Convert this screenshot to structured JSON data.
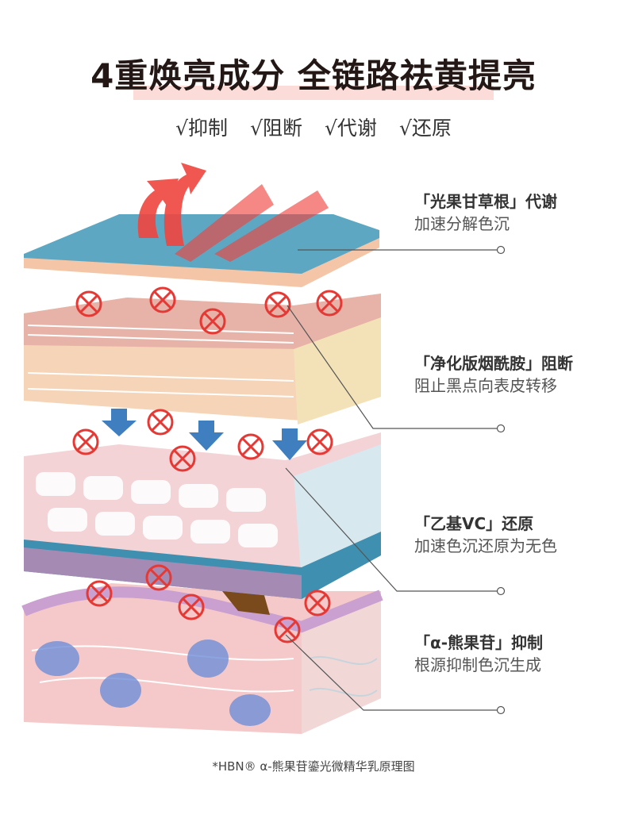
{
  "header": {
    "title": "4重焕亮成分  全链路祛黄提亮",
    "subtitle": [
      "√抑制",
      "√阻断",
      "√代谢",
      "√还原"
    ]
  },
  "labels": [
    {
      "title": "「光果甘草根」代谢",
      "desc": "加速分解色沉"
    },
    {
      "title": "「净化版烟酰胺」阻断",
      "desc": "阻止黑点向表皮转移"
    },
    {
      "title": "「乙基VC」还原",
      "desc": "加速色沉还原为无色"
    },
    {
      "title": "「α-熊果苷」抑制",
      "desc": "根源抑制色沉生成"
    }
  ],
  "footnote": "*HBN® α-熊果苷鎏光微精华乳原理图",
  "colors": {
    "highlight": "#fbdcd8",
    "arrow_red": "#f0453f",
    "arrow_blue": "#3f7fc0",
    "top_layer": "#5ea7c2"
  }
}
